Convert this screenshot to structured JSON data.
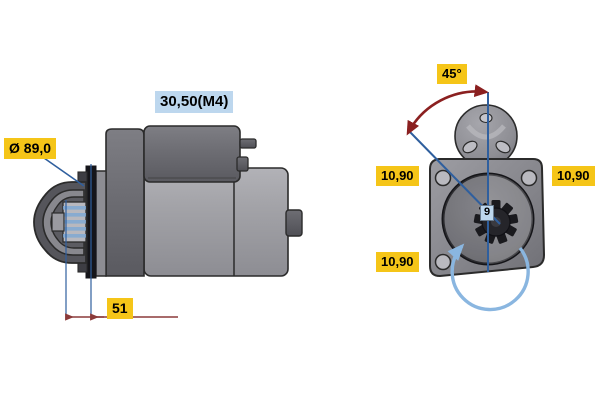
{
  "diagram": {
    "title": "Bosch starter motor technical drawing",
    "background_color": "#ffffff",
    "views": [
      {
        "name": "side-view",
        "description": "Starter motor side elevation with pinion, drive end housing, solenoid and motor body"
      },
      {
        "name": "front-view",
        "description": "Drive end flange front view showing pinion, mounting holes and solenoid orientation"
      }
    ],
    "colors": {
      "callout_yellow": "#f5c518",
      "callout_blue": "#bdd7ee",
      "dimension_line": "#8b3a3a",
      "leader_line": "#2f5f9e",
      "rotation_arrow": "#8ab6e0",
      "angle_arrow": "#8b2020",
      "body_light": "#9a9a9f",
      "body_mid": "#7b7b80",
      "body_dark": "#5e5e63",
      "outline": "#2b2b2b"
    }
  },
  "callouts": {
    "diameter": {
      "label": "Ø 89,0",
      "style": "yellow",
      "meaning": "pinion/drive diameter in mm"
    },
    "offset": {
      "label": "51",
      "style": "yellow",
      "meaning": "pinion protrusion dimension in mm"
    },
    "terminal": {
      "label": "30,50(M4)",
      "style": "blue",
      "meaning": "terminal designations and thread size"
    },
    "angle": {
      "label": "45°",
      "style": "yellow",
      "meaning": "solenoid clocking angle"
    },
    "bolt_left": {
      "label": "10,90",
      "style": "yellow",
      "meaning": "mounting hole dimension"
    },
    "bolt_right": {
      "label": "10,90",
      "style": "yellow",
      "meaning": "mounting hole dimension"
    },
    "bolt_bottom": {
      "label": "10,90",
      "style": "yellow",
      "meaning": "mounting hole dimension"
    },
    "teeth": {
      "label": "9",
      "style": "blue",
      "meaning": "number of pinion teeth"
    }
  }
}
